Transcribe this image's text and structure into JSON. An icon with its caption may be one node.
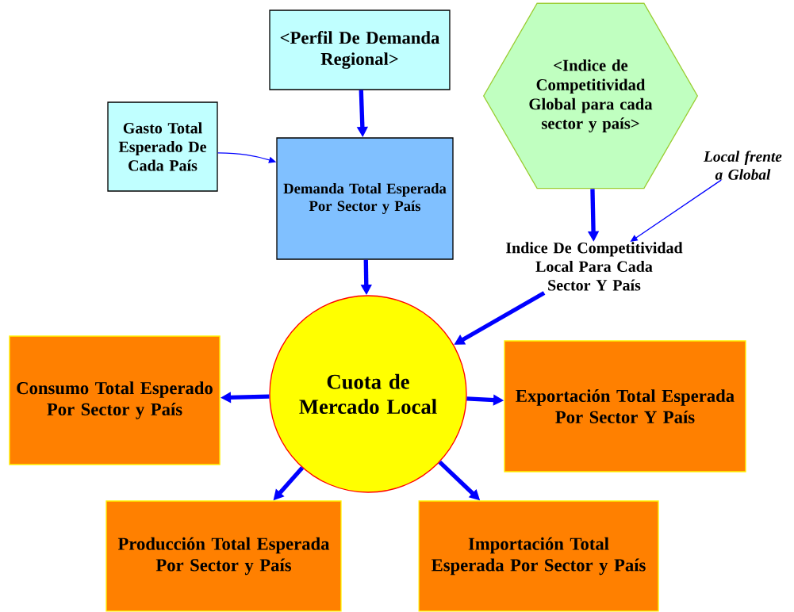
{
  "diagram": {
    "nodes": [
      {
        "text": [
          "<Perfil De Demanda Regional>"
        ]
      },
      {
        "text": [
          "Gasto Total Esperado De Cada País"
        ]
      },
      {
        "text": [
          "<Indice de Competitividad Global para cada sector y país>"
        ]
      },
      {
        "text": [
          "Local frente a Global"
        ]
      },
      {
        "text": [
          "Demanda Total Esperada Por Sector y País"
        ]
      },
      {
        "text": [
          "Indice De Competitividad Local Para Cada Sector Y País"
        ]
      },
      {
        "text": [
          "Cuota de Mercado Local"
        ]
      },
      {
        "text": [
          "Consumo Total Esperado Por Sector y País"
        ]
      },
      {
        "text": [
          "Exportación Total Esperada Por Sector Y País"
        ]
      },
      {
        "text": [
          "Producción Total Esperada Por Sector y País"
        ]
      },
      {
        "text": [
          "Importación Total Esperada Por Sector y País"
        ]
      }
    ],
    "edges": [
      {
        "from": 0,
        "to": 4,
        "arrow": "to"
      },
      {
        "from": 1,
        "to": 4,
        "arrow": "to"
      },
      {
        "from": 2,
        "to": 5,
        "arrow": "to"
      },
      {
        "from": 3,
        "to": 5,
        "arrow": "to"
      },
      {
        "from": 4,
        "to": 6,
        "arrow": "to"
      },
      {
        "from": 5,
        "to": 6,
        "arrow": "to"
      },
      {
        "from": 6,
        "to": 7,
        "arrow": "to"
      },
      {
        "from": 6,
        "to": 8,
        "arrow": "to"
      },
      {
        "from": 6,
        "to": 9,
        "arrow": "to"
      },
      {
        "from": 6,
        "to": 10,
        "arrow": "to"
      }
    ]
  }
}
